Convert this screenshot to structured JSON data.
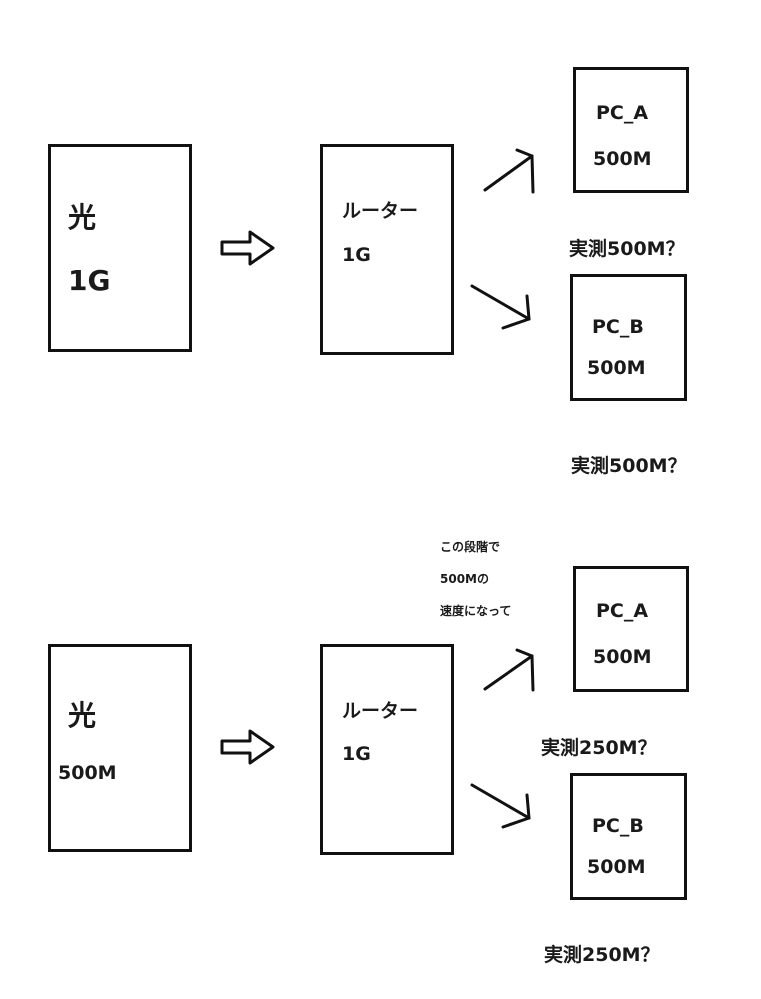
{
  "diagram_top": {
    "source": {
      "name": "光",
      "speed": "1G"
    },
    "router": {
      "name": "ルーター",
      "speed": "1G"
    },
    "pc_a": {
      "name": "PC_A",
      "speed": "500M",
      "measured": "実測500M？"
    },
    "pc_b": {
      "name": "PC_B",
      "speed": "500M",
      "measured": "実測500M？"
    }
  },
  "diagram_bottom": {
    "source": {
      "name": "光",
      "speed": "500M"
    },
    "router": {
      "name": "ルーター",
      "speed": "1G"
    },
    "note": [
      "この段階で",
      "500Mの",
      "速度になって"
    ],
    "pc_a": {
      "name": "PC_A",
      "speed": "500M",
      "measured": "実測250M？"
    },
    "pc_b": {
      "name": "PC_B",
      "speed": "500M",
      "measured": "実測250M？"
    }
  }
}
